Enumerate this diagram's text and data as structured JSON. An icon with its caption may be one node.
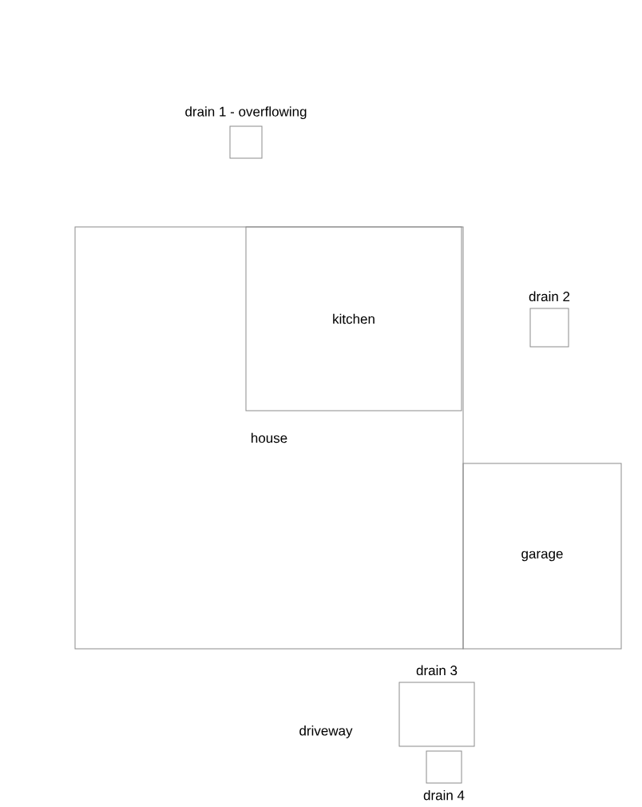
{
  "diagram": {
    "nodes": [
      {
        "text": [
          "drain 1 - overflowing"
        ]
      },
      {
        "text": [
          "house"
        ]
      },
      {
        "text": [
          "kitchen"
        ],
        "in": 1
      },
      {
        "text": [
          "drain 2"
        ]
      },
      {
        "text": [
          "garage"
        ]
      },
      {
        "text": [
          "drain 3"
        ]
      },
      {
        "text": [
          "drain 4"
        ]
      }
    ],
    "labels": [
      "driveway"
    ]
  }
}
